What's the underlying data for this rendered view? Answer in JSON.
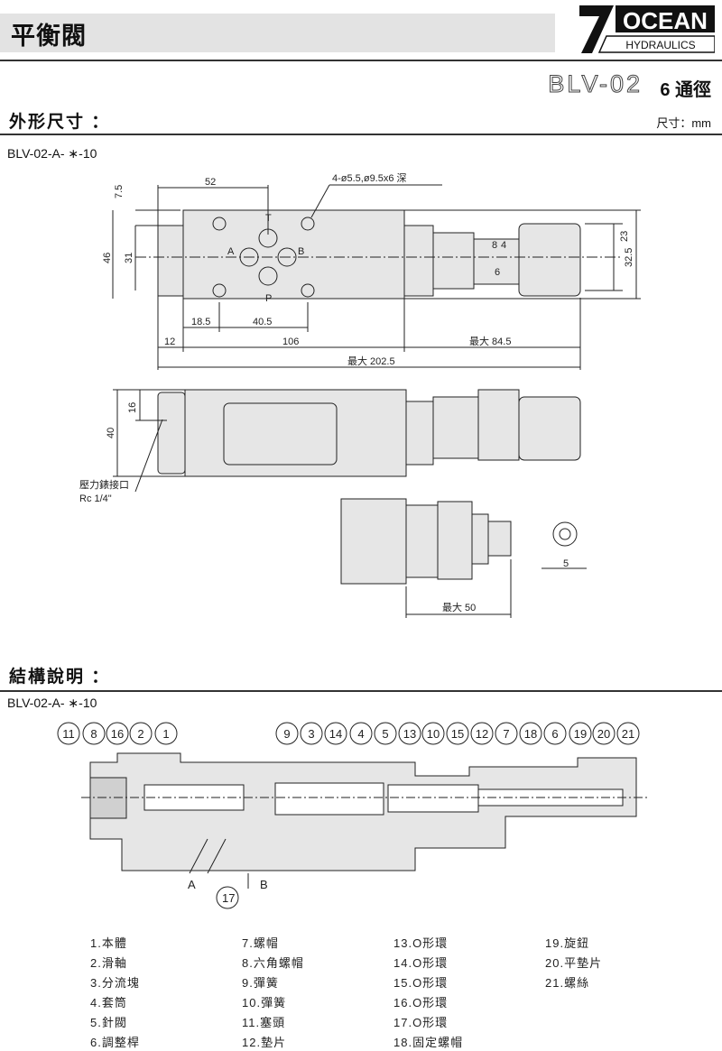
{
  "header": {
    "title": "平衡閥",
    "logo_text": "OCEAN",
    "logo_sub": "HYDRAULICS",
    "model": "BLV-02",
    "bore": "6 通徑"
  },
  "outline": {
    "heading": "外形尺寸 ：",
    "unit": "尺寸：mm",
    "model_code": "BLV-02-A- ∗-10",
    "dims": {
      "d52": "52",
      "d7_5": "7.5",
      "holes": "4-ø5.5,ø9.5x6 深",
      "T": "T",
      "A": "A",
      "B": "B",
      "P": "P",
      "d46": "46",
      "d31": "31",
      "d23": "23",
      "d32_5": "32.5",
      "d18_5": "18.5",
      "d40_5": "40.5",
      "d12": "12",
      "d106": "106",
      "max84_5": "最大 84.5",
      "max202_5": "最大 202.5",
      "d16": "16",
      "d40": "40",
      "gauge1": "壓力錶接口",
      "gauge2": "Rc 1/4\"",
      "max50": "最大 50",
      "d5": "5",
      "scale_a": "8",
      "scale_b": "4",
      "scale_c": "6"
    }
  },
  "structure": {
    "heading": "結構說明 ：",
    "model_code": "BLV-02-A- ∗-10",
    "balloons": [
      "11",
      "8",
      "16",
      "2",
      "1",
      "9",
      "3",
      "14",
      "4",
      "5",
      "13",
      "10",
      "15",
      "12",
      "7",
      "18",
      "6",
      "19",
      "20",
      "21"
    ],
    "balloon17": "17",
    "portA": "A",
    "portB": "B",
    "parts": [
      [
        "1.本體",
        "2.滑軸",
        "3.分流塊",
        "4.套筒",
        "5.針閥",
        "6.調整桿"
      ],
      [
        "7.螺帽",
        "8.六角螺帽",
        "9.彈簧",
        "10.彈簧",
        "11.塞頭",
        "12.墊片"
      ],
      [
        "13.O形環",
        "14.O形環",
        "15.O形環",
        "16.O形環",
        "17.O形環",
        "18.固定螺帽"
      ],
      [
        "19.旋鈕",
        "20.平墊片",
        "21.螺絲"
      ]
    ]
  }
}
